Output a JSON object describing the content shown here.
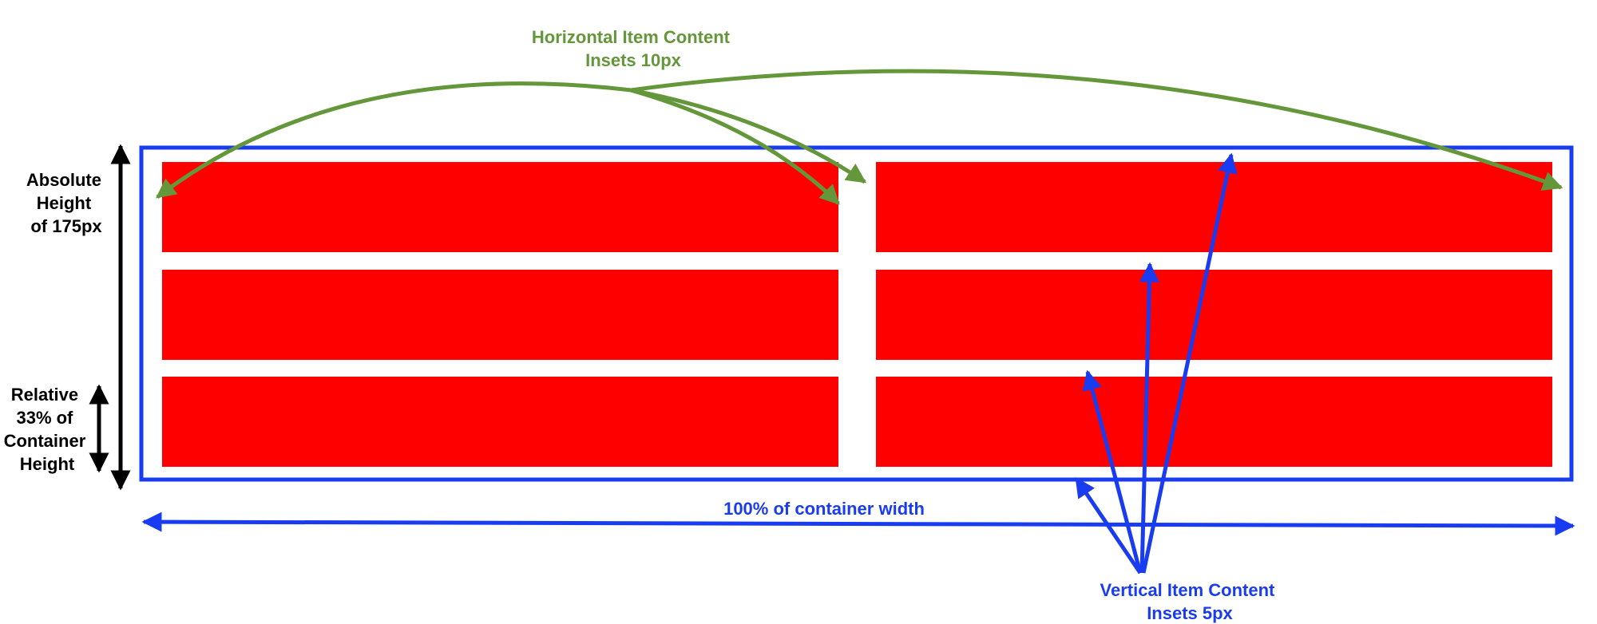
{
  "colors": {
    "container": "#1a3cf0",
    "item": "#ff0000",
    "horizontal_arrow": "#64963a",
    "vertical_arrow": "#1a3cf0",
    "dimension_arrow": "#000000"
  },
  "labels": {
    "horizontal_insets": [
      "Horizontal Item Content",
      "Insets 10px"
    ],
    "absolute_height": [
      "Absolute",
      "Height",
      "of 175px"
    ],
    "relative_height": [
      "Relative",
      "33% of",
      "Container",
      "Height"
    ],
    "container_width": "100% of container width",
    "vertical_insets": [
      "Vertical Item Content",
      "Insets 5px"
    ]
  },
  "grid": {
    "columns": 2,
    "rows": 3
  }
}
